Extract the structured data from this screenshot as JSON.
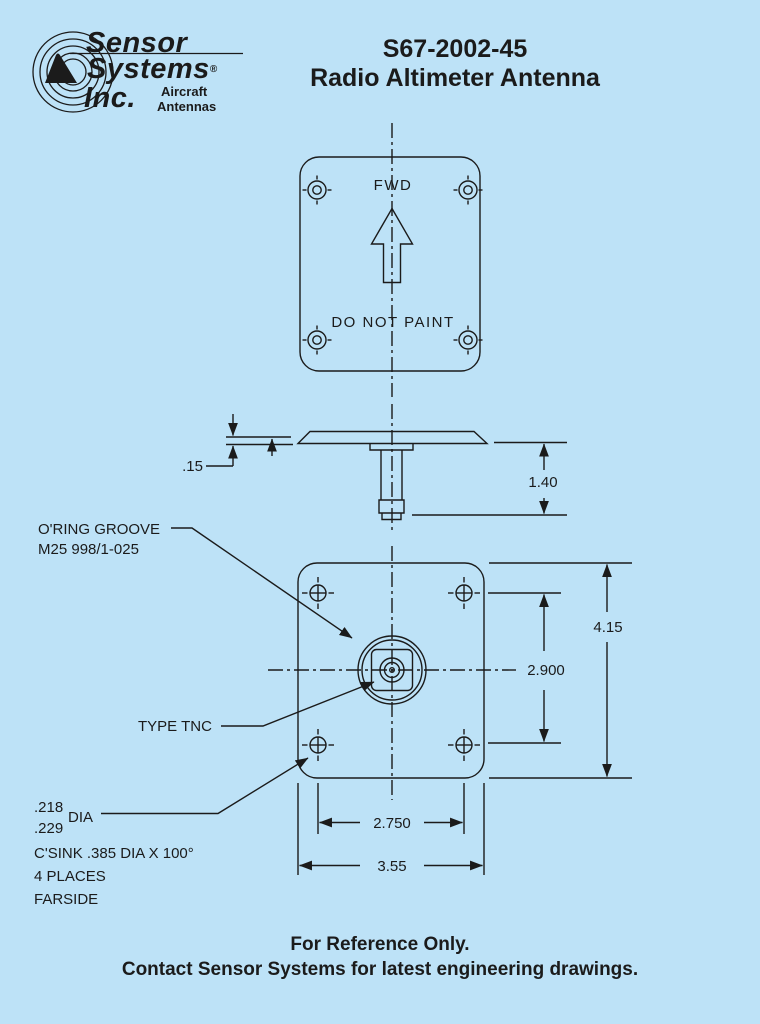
{
  "colors": {
    "background": "#BDE2F7",
    "line": "#1b1b1b"
  },
  "logo": {
    "line1": "Sensor",
    "line2": "Systems",
    "registered": "®",
    "line3": "Inc.",
    "sub1": "Aircraft",
    "sub2": "Antennas"
  },
  "title": {
    "line1": "S67-2002-45",
    "line2": "Radio Altimeter Antenna"
  },
  "top_view": {
    "fwd": "FWD",
    "do_not_paint": "DO NOT PAINT"
  },
  "side_view": {
    "thickness": ".15",
    "height": "1.40"
  },
  "bottom_view": {
    "height": "4.15",
    "hole_span_vertical": "2.900",
    "hole_span_horizontal": "2.750",
    "width": "3.55",
    "oring_label": "O'RING GROOVE",
    "oring_spec": "M25 998/1-025",
    "connector_label": "TYPE TNC",
    "hole_dia_upper": ".218",
    "hole_dia_lower": ".229",
    "dia_label": "DIA",
    "csink_note": "C'SINK .385 DIA X 100°",
    "places_note": "4 PLACES",
    "farside_note": "FARSIDE"
  },
  "footer": {
    "line1": "For Reference Only.",
    "line2": "Contact Sensor Systems for latest engineering drawings."
  }
}
